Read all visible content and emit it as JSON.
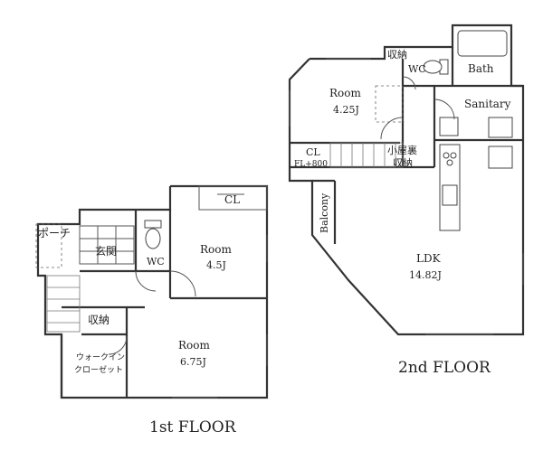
{
  "floor1": {
    "caption": "1st FLOOR",
    "rooms": {
      "porch": "ポーチ",
      "entrance": "玄関",
      "wc": "WC",
      "cl": "CL",
      "room_a_name": "Room",
      "room_a_size": "4.5J",
      "storage": "収納",
      "walkin_line1": "ウォークイン",
      "walkin_line2": "クローゼット",
      "room_b_name": "Room",
      "room_b_size": "6.75J"
    }
  },
  "floor2": {
    "caption": "2nd FLOOR",
    "rooms": {
      "storage_top": "収納",
      "wc": "WC",
      "bath": "Bath",
      "room_name": "Room",
      "room_size": "4.25J",
      "sanitary": "Sanitary",
      "cl": "CL",
      "fl_note": "FL+800",
      "attic_line1": "小屋裏",
      "attic_line2": "収納",
      "balcony": "Balcony",
      "ldk_name": "LDK",
      "ldk_size": "14.82J"
    }
  }
}
